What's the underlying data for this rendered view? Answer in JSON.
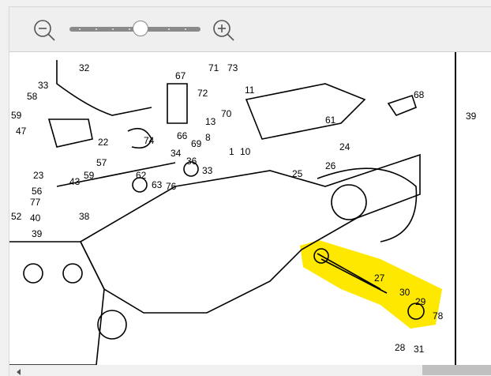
{
  "viewer": {
    "zoom_level_fraction": 0.55,
    "zoom_out_icon": "zoom-out-icon",
    "zoom_in_icon": "zoom-in-icon"
  },
  "diagram": {
    "highlight_color": "#ffe800",
    "part_labels": [
      "32",
      "33",
      "58",
      "59",
      "47",
      "22",
      "23",
      "56",
      "52",
      "40",
      "77",
      "39",
      "57",
      "59",
      "43",
      "74",
      "38",
      "62",
      "63",
      "76",
      "34",
      "36",
      "33",
      "67",
      "66",
      "69",
      "72",
      "73",
      "71",
      "11",
      "13",
      "8",
      "70",
      "1",
      "10",
      "61",
      "24",
      "25",
      "26",
      "68",
      "27",
      "30",
      "29",
      "78",
      "28",
      "31",
      "39"
    ]
  }
}
